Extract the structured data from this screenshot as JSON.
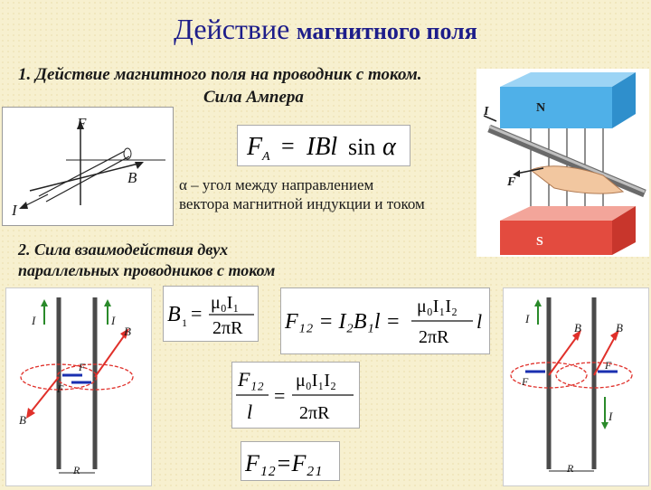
{
  "title": {
    "main": "Действие",
    "rest": "магнитного поля"
  },
  "section1": {
    "heading_line1": "1. Действие магнитного поля на проводник с током.",
    "heading_line2": "Сила Ампера",
    "formula": "F_A = IBl sin α",
    "note_line1": "α – угол между направлением",
    "note_line2": "вектора магнитной индукции и током"
  },
  "section2": {
    "heading_line1": "2. Сила взаимодействия двух",
    "heading_line2": "параллельных проводников с током",
    "formula_b1": "B₁ = μ₀I₁ / 2πR",
    "formula_f12": "F₁₂ = I₂B₁l = μ₀I₁I₂ / 2πR · l",
    "formula_per_l": "F₁₂ / l = μ₀I₁I₂ / 2πR",
    "formula_equal": "F₁₂ = F₂₁"
  },
  "labels": {
    "F": "F",
    "B": "B",
    "I": "I",
    "N": "N",
    "S": "S",
    "I1": "I",
    "I2": "I",
    "B1": "B",
    "B2": "B",
    "F12": "F",
    "F21": "F",
    "R": "R",
    "sub1": "1",
    "sub2": "2",
    "sub12": "12",
    "sub21": "21"
  },
  "colors": {
    "title": "#1d1d8a",
    "arrow_red": "#e0302a",
    "field_line": "#e0302a",
    "force_blue": "#1a2fb0",
    "wire": "#4a4a4a",
    "magnet_n": "#4fb0e8",
    "magnet_s": "#e34b3f"
  }
}
